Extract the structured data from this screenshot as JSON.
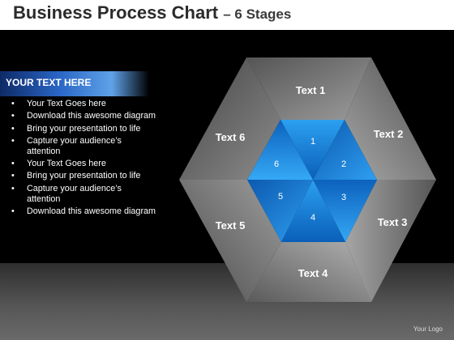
{
  "title": {
    "main": "Business Process Chart",
    "sub": "– 6 Stages"
  },
  "panel": {
    "heading": "YOUR TEXT HERE",
    "bullets": [
      "Your Text Goes here",
      "Download this awesome diagram",
      "Bring your presentation to life",
      "Capture your audience’s attention",
      "Your Text Goes here",
      "Bring your presentation to life",
      "Capture your audience’s attention",
      "Download this awesome diagram"
    ]
  },
  "diagram": {
    "stages": [
      {
        "label": "Text 1",
        "number": "1"
      },
      {
        "label": "Text 2",
        "number": "2"
      },
      {
        "label": "Text 3",
        "number": "3"
      },
      {
        "label": "Text 4",
        "number": "4"
      },
      {
        "label": "Text 5",
        "number": "5"
      },
      {
        "label": "Text 6",
        "number": "6"
      }
    ]
  },
  "footer": {
    "logo": "Your Logo"
  },
  "colors": {
    "accent": "#1e90e6",
    "segment_dark": "#4a4a4a",
    "segment_light": "#9a9a9a"
  }
}
